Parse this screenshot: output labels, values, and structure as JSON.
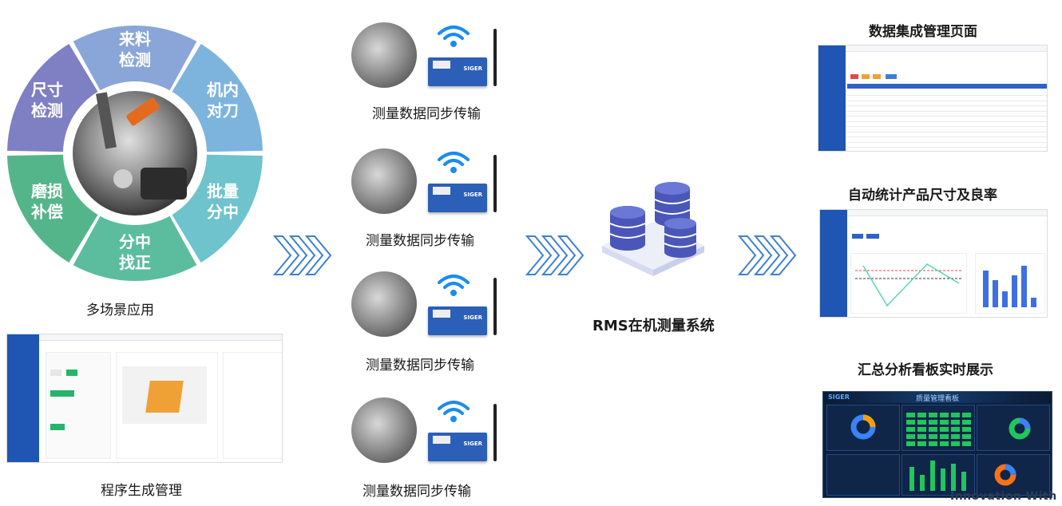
{
  "wheel": {
    "segments": [
      "来料\n检测",
      "机内\n对刀",
      "批量\n分中",
      "分中\n找正",
      "磨损\n补偿",
      "尺寸\n检测"
    ],
    "colors": [
      "#8aa6d8",
      "#7db4de",
      "#6ec3cc",
      "#5cbd9e",
      "#55b58a",
      "#7f7fc4"
    ],
    "caption": "多场景应用"
  },
  "program_mgmt": {
    "caption": "程序生成管理"
  },
  "sync": {
    "caption": "测量数据同步传输",
    "router_brand": "SIGER"
  },
  "rms": {
    "title": "RMS在机测量系统"
  },
  "outputs": {
    "integration_title": "数据集成管理页面",
    "stats_title": "自动统计产品尺寸及良率",
    "dashboard_title": "汇总分析看板实时展示",
    "dashboard_header": "质量管理看板",
    "dashboard_tagline": "Innovation With Data",
    "dashboard_brand": "SIGER"
  }
}
